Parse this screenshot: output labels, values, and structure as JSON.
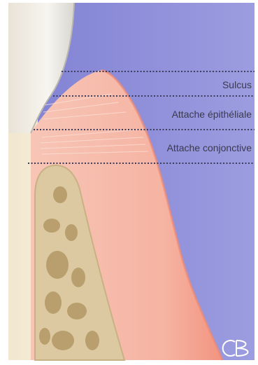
{
  "labels": {
    "sulcus": "Sulcus",
    "epithelial_attachment": "Attache épithéliale",
    "connective_attachment": "Attache conjonctive"
  },
  "logo": {
    "text": "CB"
  },
  "colors": {
    "background": "#8d8ed8",
    "gingiva": "#f5b2a4",
    "gingiva_edge": "#f0806a",
    "bone": "#d9c6a0",
    "bone_dark": "#b59c6c",
    "tooth": "#efebe3",
    "dotted_line": "#3b3c5c"
  }
}
